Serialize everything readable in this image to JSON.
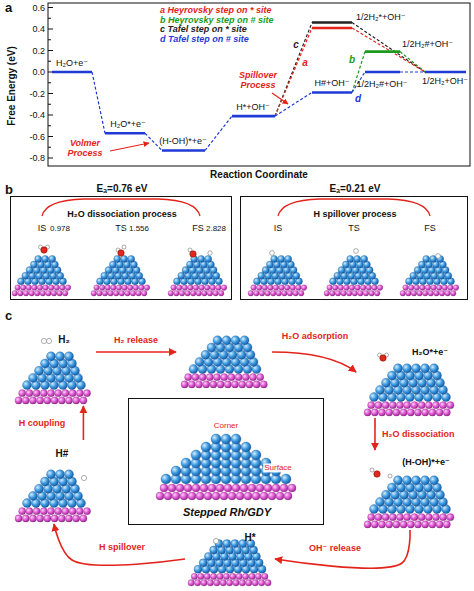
{
  "diagram": {
    "nodes": [
      {
        "text": [
          "Eₐ=0.76 eV",
          "H₂O dissociation process"
        ]
      },
      {
        "text": [
          "Eₐ=0.21 eV",
          "H spillover process"
        ]
      },
      {
        "text": [
          "H₂"
        ]
      },
      {
        "text": [
          "H₂O*+e⁻"
        ]
      },
      {
        "text": [
          "H#"
        ]
      },
      {
        "text": [
          "Stepped Rh/GDY"
        ]
      },
      {
        "text": [
          "(H-OH)*+e⁻"
        ]
      },
      {
        "text": [
          "H*"
        ]
      }
    ],
    "edges": [
      {
        "from": 3,
        "to": 6,
        "arrow": "to",
        "label": "H₂O dissociation"
      },
      {
        "from": 6,
        "to": 7,
        "arrow": "to",
        "label": "OH⁻ release"
      },
      {
        "from": 7,
        "to": 4,
        "arrow": "to",
        "label": "H spillover"
      },
      {
        "from": 4,
        "to": 2,
        "arrow": "to",
        "label": "H coupling"
      }
    ],
    "labels": [
      "a",
      "Free Energy (eV)",
      "0.6",
      "0.4",
      "0.2",
      "0.0",
      "-0.2",
      "-0.4",
      "-0.6",
      "-0.8",
      "Reaction Coordinate",
      "H₂O+e⁻",
      "H₂O*+e⁻",
      "(H-OH)*+e⁻",
      "H*+OH⁻",
      "H#+OH⁻",
      "1/2H₂*+OH⁻",
      "1/2H₂#+OH⁻",
      "1/2H₂#+OH⁻",
      "1/2H₂+OH⁻",
      "Volmer Process",
      "Spillover Process",
      "a",
      "b",
      "c",
      "d",
      "b",
      "IS",
      "TS",
      "FS",
      "0.978",
      "1.556",
      "2.828",
      "IS",
      "TS",
      "FS",
      "c",
      "H₂ release",
      "H₂O adsorption",
      "Corner",
      "Surface"
    ],
    "legend": [
      {
        "text": "a Heyrovsky step on * site",
        "color": "#e3241b"
      },
      {
        "text": "b Heyrovsky step on # site",
        "color": "#1b9a1b"
      },
      {
        "text": "c Tafel step on * site",
        "color": "#222222"
      },
      {
        "text": "d Tafel step on # site",
        "color": "#1f3ad6"
      }
    ]
  }
}
